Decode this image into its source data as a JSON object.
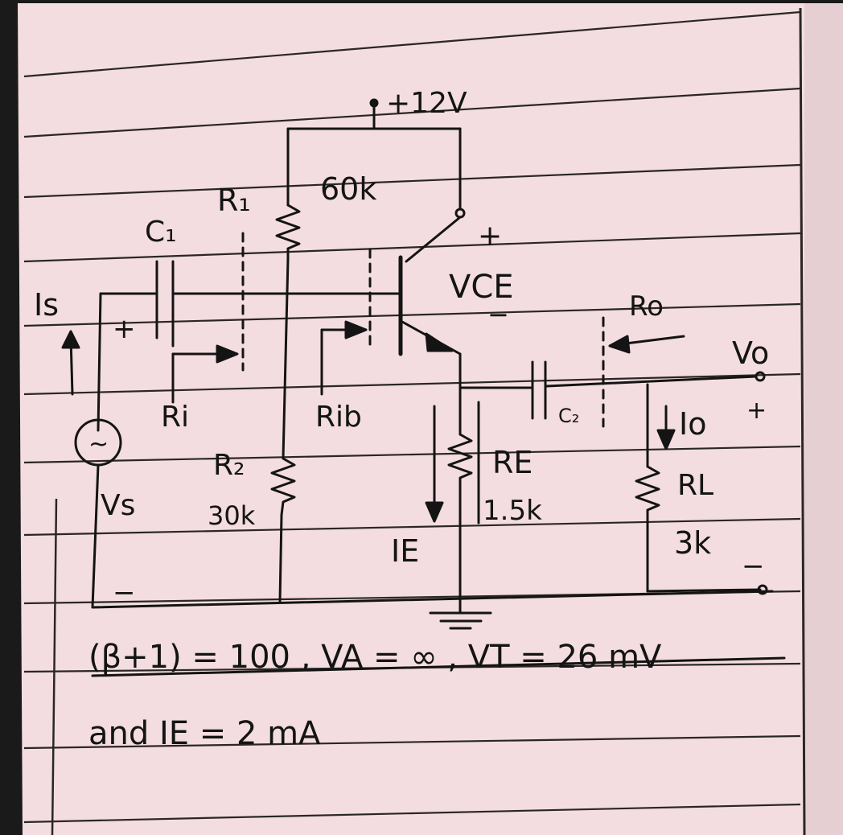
{
  "diagram": {
    "supply_label": "+12V",
    "r1": {
      "name": "R₁",
      "value": "60k"
    },
    "c1": {
      "name": "C₁"
    },
    "source": {
      "symbol": "~",
      "name": "Vs",
      "current": "Is",
      "plus": "+",
      "minus": "−"
    },
    "ri_label": "Ri",
    "rib_label": "Rib",
    "r2": {
      "name": "R₂",
      "value": "30k"
    },
    "transistor": {
      "vce": "VCE",
      "plus": "+",
      "minus": "−"
    },
    "re": {
      "name": "RE",
      "value": "1.5k"
    },
    "ie_label": "IE",
    "c2": {
      "name": "C₂"
    },
    "ro_label": "Ro",
    "output": {
      "vo": "Vo",
      "io": "Io",
      "plus": "+",
      "minus": "−"
    },
    "rl": {
      "name": "RL",
      "value": "3k"
    }
  },
  "notes": {
    "line1": "(β+1) = 100 , VA = ∞ , VT = 26 mV",
    "line2": "and  IE = 2 mA"
  },
  "colors": {
    "paper": "#f3dde0",
    "ruling": "#2b2626",
    "ink": "#141414",
    "background": "#1a1a1a"
  }
}
